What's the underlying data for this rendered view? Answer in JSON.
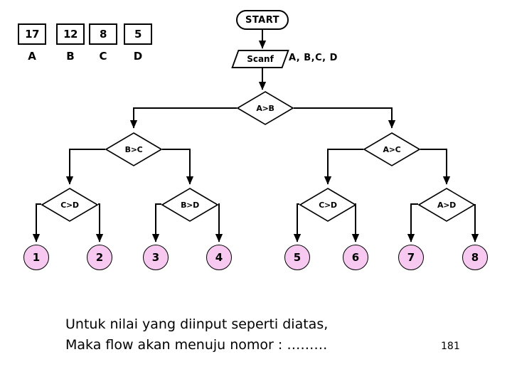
{
  "slide": {
    "page_number": "181",
    "caption_line1": "Untuk nilai yang diinput seperti diatas,",
    "caption_line2": "Maka flow akan menuju nomor : ………"
  },
  "colors": {
    "circle_fill": "#f7c8f0",
    "stroke": "#000000",
    "background": "#ffffff"
  },
  "variables": [
    {
      "value": "17",
      "label": "A"
    },
    {
      "value": "12",
      "label": "B"
    },
    {
      "value": "8",
      "label": "C"
    },
    {
      "value": "5",
      "label": "D"
    }
  ],
  "flow": {
    "start_label": "START",
    "input_label": "Scanf",
    "input_args": "A, B,C, D",
    "decisions_level1": [
      {
        "label": "A>B"
      }
    ],
    "decisions_level2": [
      {
        "label": "B>C"
      },
      {
        "label": "A>C"
      }
    ],
    "decisions_level3": [
      {
        "label": "C>D"
      },
      {
        "label": "B>D"
      },
      {
        "label": "C>D"
      },
      {
        "label": "A>D"
      }
    ],
    "results": [
      {
        "label": "1"
      },
      {
        "label": "2"
      },
      {
        "label": "3"
      },
      {
        "label": "4"
      },
      {
        "label": "5"
      },
      {
        "label": "6"
      },
      {
        "label": "7"
      },
      {
        "label": "8"
      }
    ]
  }
}
